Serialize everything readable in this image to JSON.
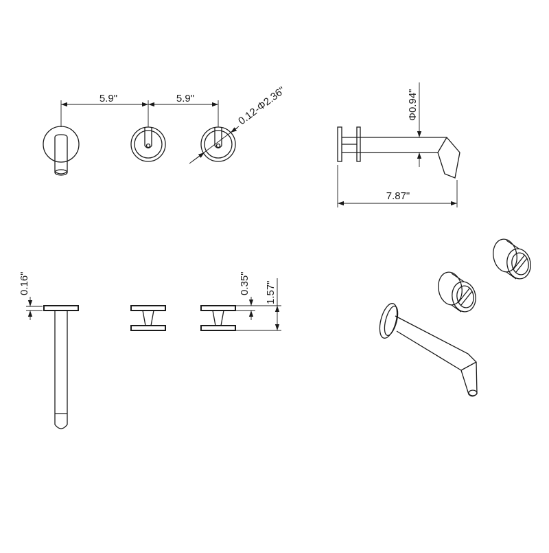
{
  "dimensions": {
    "spacing_left": "5.9\"",
    "spacing_right": "5.9\"",
    "plate_diameter": "0.12-Φ2.36\"",
    "spout_diameter": "Φ0.94\"",
    "spout_length": "7.87\"",
    "plate_thickness": "0.16\"",
    "handle_plate_thickness": "0.35\"",
    "handle_height": "1.57\""
  }
}
